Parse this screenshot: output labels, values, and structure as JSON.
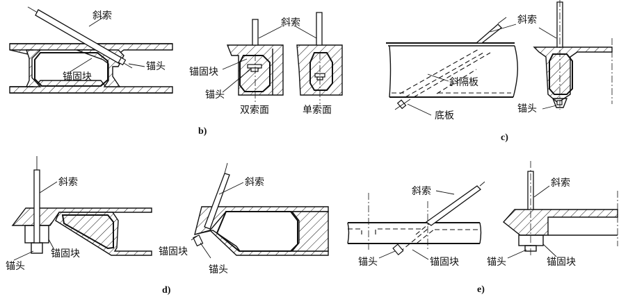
{
  "figure": {
    "panels": [
      {
        "id": "a",
        "caption": "",
        "labels": {
          "cable": "斜索",
          "anchor_head": "锚头",
          "anchor_block": "锚固块"
        }
      },
      {
        "id": "b",
        "caption": "b)",
        "labels": {
          "cable": "斜索",
          "anchor_block": "锚固块",
          "anchor_head": "锚头",
          "double_plane": "双索面",
          "single_plane": "单索面"
        }
      },
      {
        "id": "c",
        "caption": "c)",
        "labels": {
          "cable": "斜索",
          "diagonal_diaphragm": "斜隔板",
          "bottom_plate": "底板",
          "anchor_head": "锚头"
        }
      },
      {
        "id": "d",
        "caption": "d)",
        "labels": {
          "cable_left": "斜索",
          "anchor_head_left": "锚头",
          "anchor_block_left": "锚固块",
          "cable_right": "斜索",
          "anchor_block_right": "锚固块",
          "anchor_head_right": "锚头"
        }
      },
      {
        "id": "e",
        "caption": "e)",
        "labels": {
          "cable_left": "斜索",
          "anchor_head_left": "锚头",
          "anchor_block_left": "锚固块",
          "cable_right": "斜索",
          "anchor_head_right": "锚头",
          "anchor_block_right": "锚固块"
        }
      }
    ]
  }
}
